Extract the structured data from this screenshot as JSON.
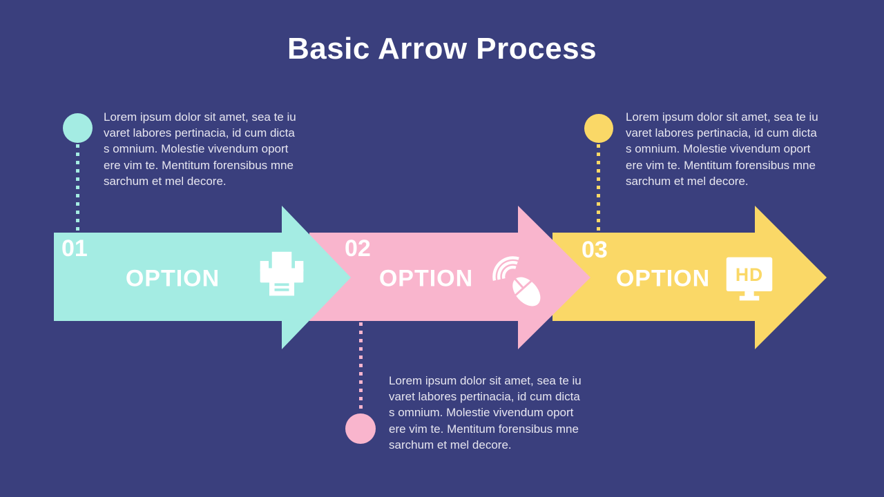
{
  "title": "Basic Arrow Process",
  "colors": {
    "background": "#3A3F7D",
    "cyan": "#A4ECE3",
    "pink": "#F9B5CD",
    "yellow": "#FAD867",
    "label_text": "#FFFFFF",
    "body_text": "#E7E6F0"
  },
  "steps": [
    {
      "number": "01",
      "label": "OPTION",
      "icon": "printer-icon",
      "color": "#A4ECE3"
    },
    {
      "number": "02",
      "label": "OPTION",
      "icon": "wireless-mouse-icon",
      "color": "#F9B5CD"
    },
    {
      "number": "03",
      "label": "OPTION",
      "icon": "hd-monitor-icon",
      "icon_label": "HD",
      "color": "#FAD867"
    }
  ],
  "callouts": [
    {
      "position": "top-left",
      "color": "#A4ECE3",
      "lines": [
        "Lorem ipsum dolor sit amet, sea te iu",
        "varet labores pertinacia, id cum dicta",
        "s omnium. Molestie vivendum oport",
        "ere vim te. Mentitum forensibus mne",
        "sarchum et mel decore."
      ]
    },
    {
      "position": "top-right",
      "color": "#FAD867",
      "lines": [
        "Lorem ipsum dolor sit amet, sea te iu",
        "varet labores pertinacia, id cum dicta",
        "s omnium. Molestie vivendum oport",
        "ere vim te. Mentitum forensibus mne",
        "sarchum et mel decore."
      ]
    },
    {
      "position": "bottom-center",
      "color": "#F9B5CD",
      "lines": [
        "Lorem ipsum dolor sit amet, sea te iu",
        "varet labores pertinacia, id cum dicta",
        "s omnium. Molestie vivendum oport",
        "ere vim te. Mentitum forensibus mne",
        "sarchum et mel decore."
      ]
    }
  ]
}
